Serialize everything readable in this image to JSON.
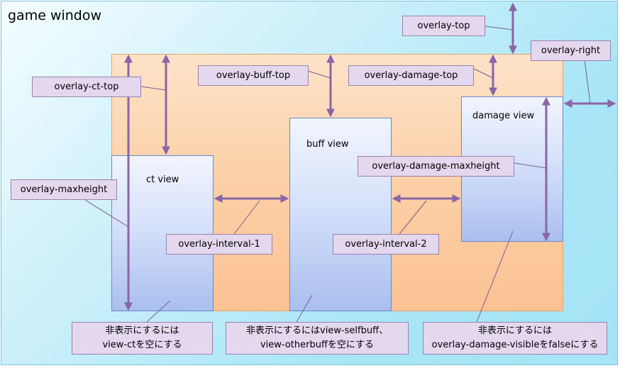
{
  "game_window": {
    "title": "game window"
  },
  "views": {
    "ct": "ct view",
    "buff": "buff view",
    "damage": "damage view"
  },
  "labels": {
    "overlay_top": "overlay-top",
    "overlay_right": "overlay-right",
    "overlay_ct_top": "overlay-ct-top",
    "overlay_buff_top": "overlay-buff-top",
    "overlay_damage_top": "overlay-damage-top",
    "overlay_damage_maxheight": "overlay-damage-maxheight",
    "overlay_maxheight": "overlay-maxheight",
    "overlay_interval_1": "overlay-interval-1",
    "overlay_interval_2": "overlay-interval-2"
  },
  "notes": {
    "ct": [
      "非表示にするには",
      "view-ctを空にする"
    ],
    "buff": [
      "非表示にするにはview-selfbuff、",
      "view-otherbuffを空にする"
    ],
    "damage": [
      "非表示にするには",
      "overlay-damage-visibleをfalseにする"
    ]
  },
  "colors": {
    "arrow": "#8a66a8",
    "leader_line": "#7a5c96",
    "game_window_bg": "#a9e6f7",
    "overlay_bg": "#fccea4",
    "view_bg": "#d6e1fa",
    "label_bg": "#e4d8ee"
  }
}
